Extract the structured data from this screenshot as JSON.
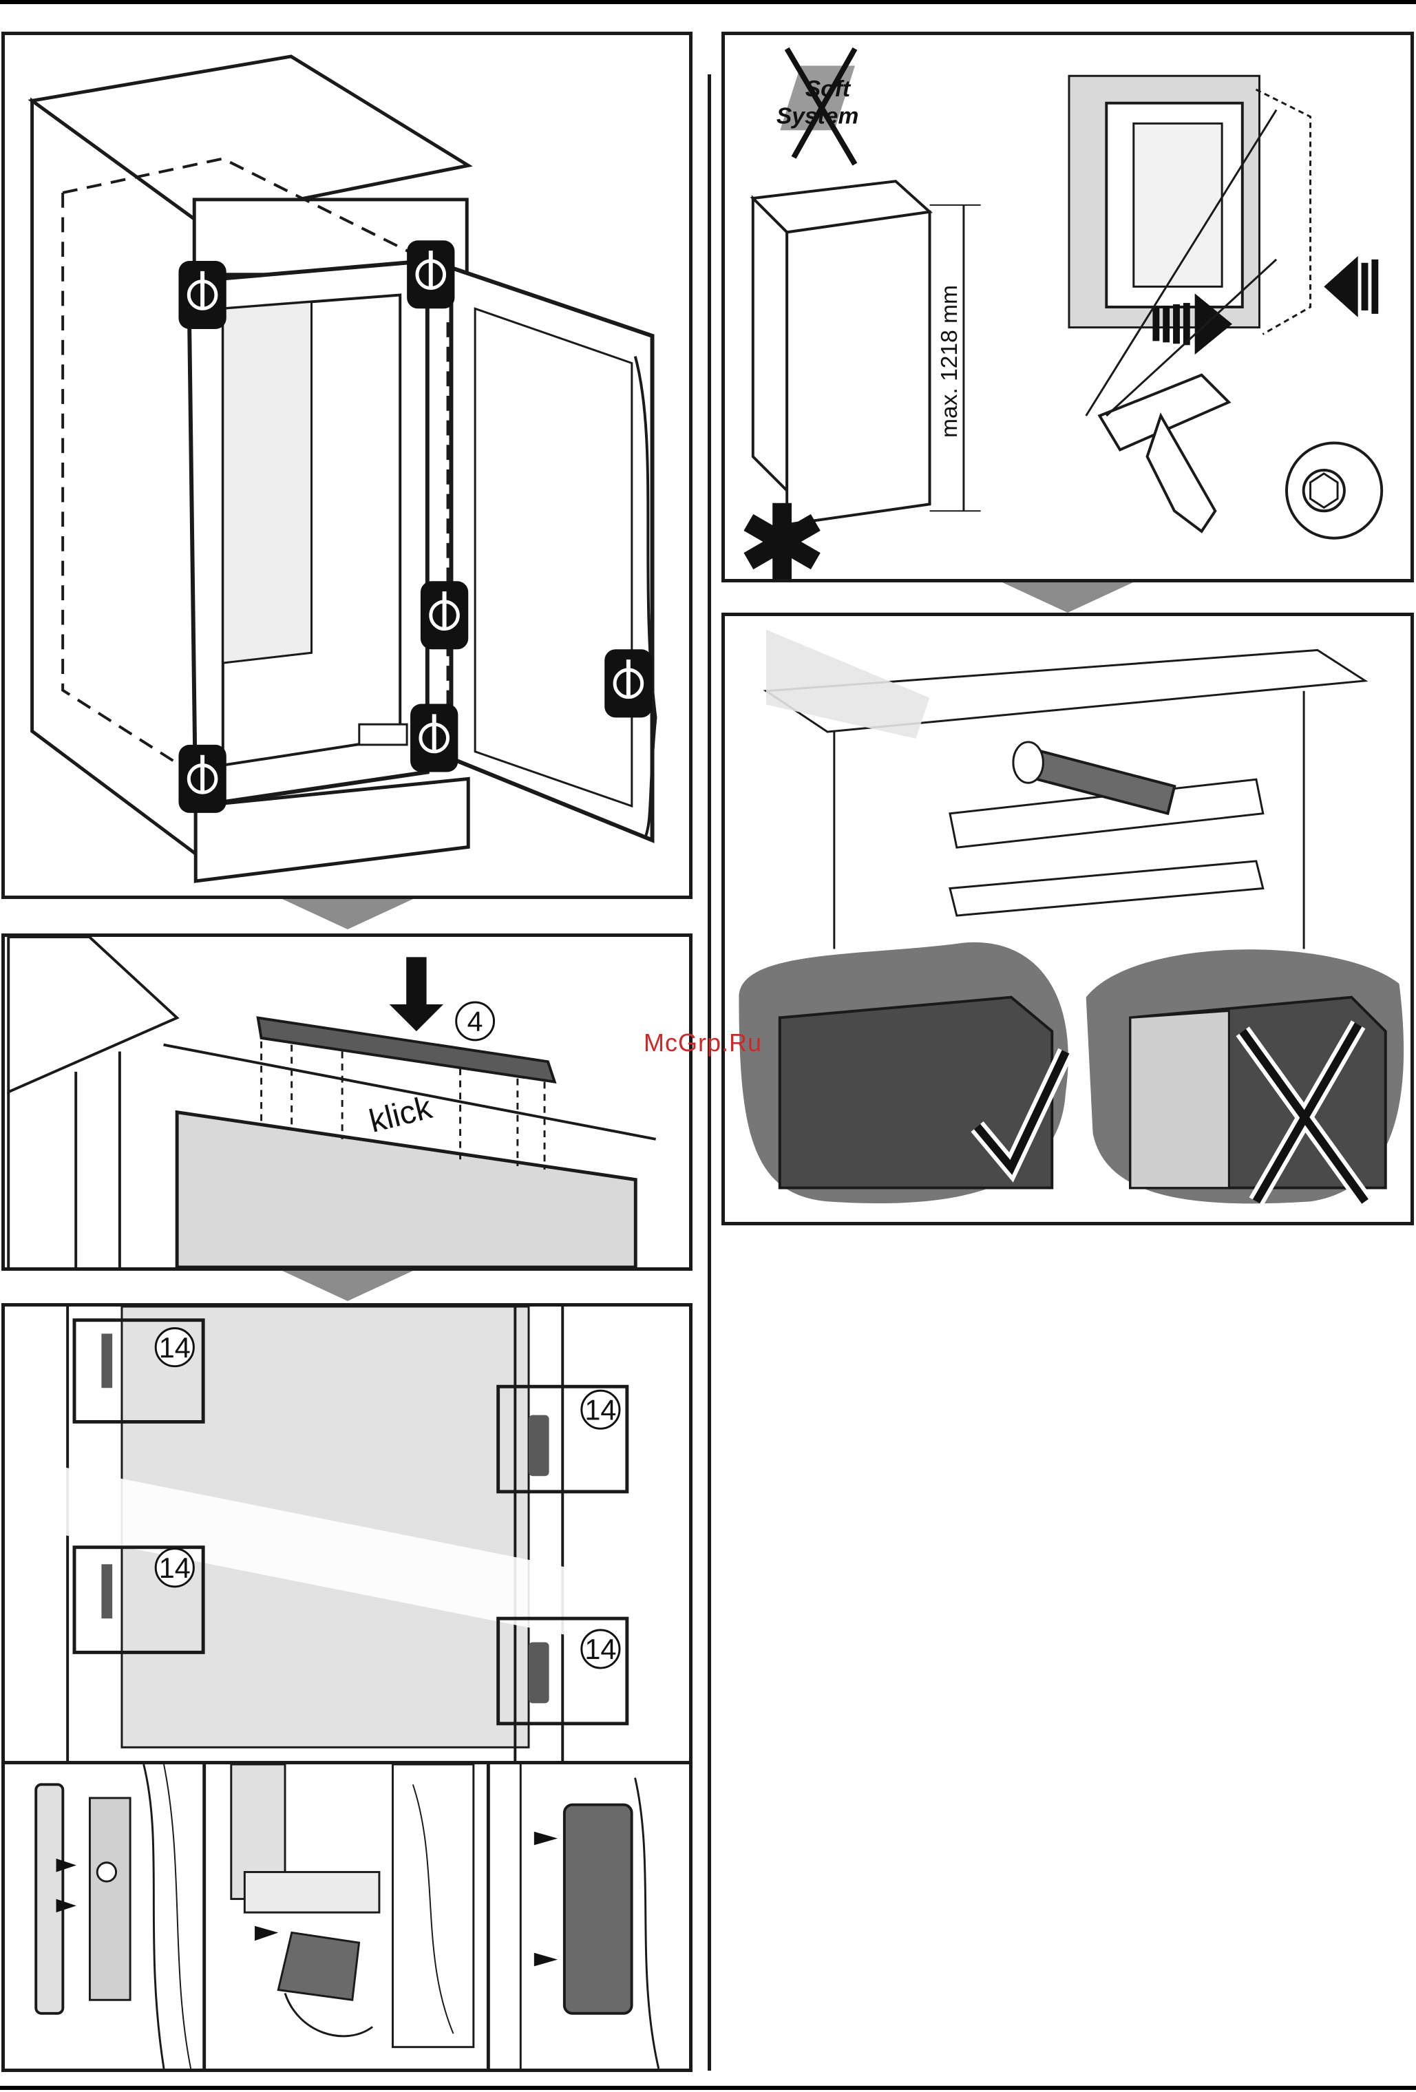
{
  "page": {
    "watermark": "McGrp.Ru"
  },
  "panel_hinges": {
    "screw_count": 6
  },
  "panel_trim": {
    "part_number": "4",
    "click_label": "klick"
  },
  "panel_brackets": {
    "part_number": "14"
  },
  "panel_soft_system": {
    "logo_line1": "Soft",
    "logo_line2": "System",
    "max_height": "max. 1218 mm",
    "star": "✱"
  },
  "colors": {
    "outline": "#1a1a1a",
    "panel_grey": "#d9d9d9",
    "dark_grey": "#5a5a5a",
    "arrow_grey": "#8c8c8c",
    "watermark": "#cc2a2a"
  }
}
